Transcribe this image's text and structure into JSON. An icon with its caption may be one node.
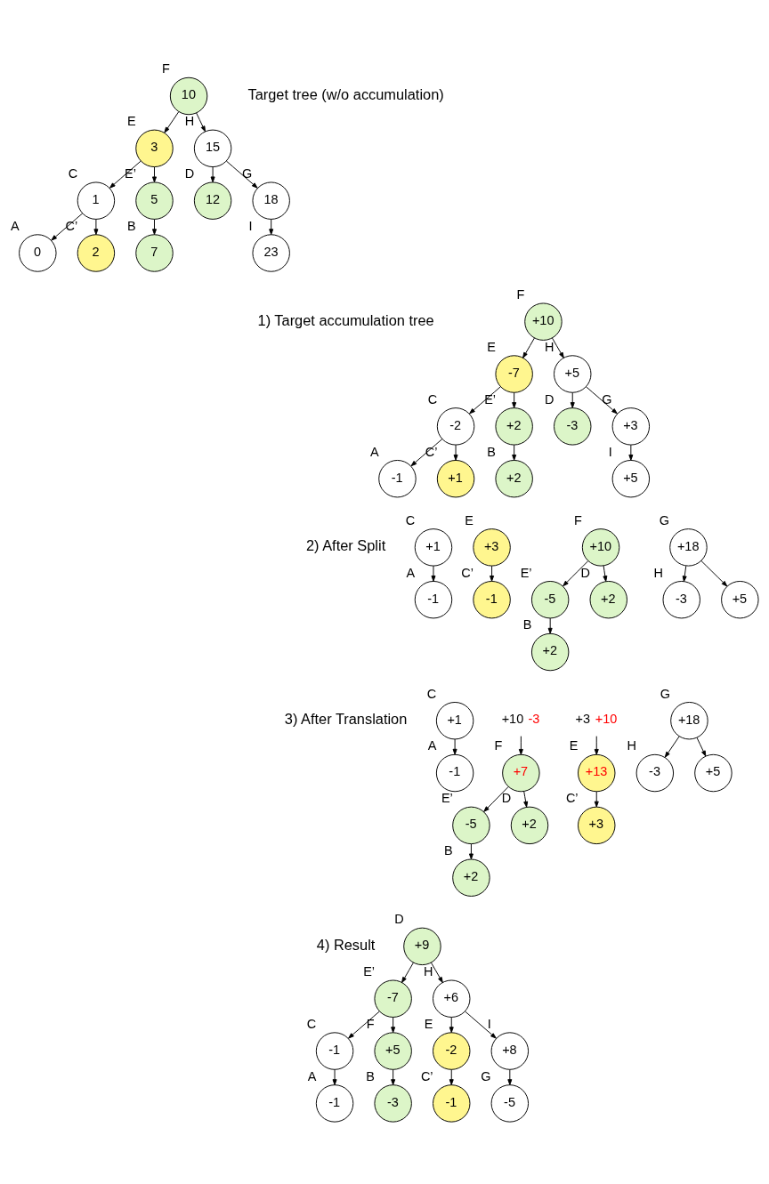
{
  "diagram": {
    "nodes": [
      {
        "text": [
          "10"
        ],
        "beside": [
          "F"
        ]
      },
      {
        "text": [
          "3"
        ],
        "beside": [
          "E"
        ]
      },
      {
        "text": [
          "15"
        ],
        "beside": [
          "H"
        ]
      },
      {
        "text": [
          "1"
        ],
        "beside": [
          "C"
        ]
      },
      {
        "text": [
          "5"
        ],
        "beside": [
          "E’"
        ]
      },
      {
        "text": [
          "12"
        ],
        "beside": [
          "D"
        ]
      },
      {
        "text": [
          "18"
        ],
        "beside": [
          "G"
        ]
      },
      {
        "text": [
          "0"
        ],
        "beside": [
          "A"
        ]
      },
      {
        "text": [
          "2"
        ],
        "beside": [
          "C’"
        ]
      },
      {
        "text": [
          "7"
        ],
        "beside": [
          "B"
        ]
      },
      {
        "text": [
          "23"
        ],
        "beside": [
          "I"
        ]
      },
      {
        "text": [
          "+10"
        ],
        "beside": [
          "F"
        ]
      },
      {
        "text": [
          "-7"
        ],
        "beside": [
          "E"
        ]
      },
      {
        "text": [
          "+5"
        ],
        "beside": [
          "H"
        ]
      },
      {
        "text": [
          "-2"
        ],
        "beside": [
          "C"
        ]
      },
      {
        "text": [
          "+2"
        ],
        "beside": [
          "E’"
        ]
      },
      {
        "text": [
          "-3"
        ],
        "beside": [
          "D"
        ]
      },
      {
        "text": [
          "+3"
        ],
        "beside": [
          "G"
        ]
      },
      {
        "text": [
          "-1"
        ],
        "beside": [
          "A"
        ]
      },
      {
        "text": [
          "+1"
        ],
        "beside": [
          "C’"
        ]
      },
      {
        "text": [
          "+2"
        ],
        "beside": [
          "B"
        ]
      },
      {
        "text": [
          "+5"
        ],
        "beside": [
          "I"
        ]
      },
      {
        "text": [
          "+1"
        ],
        "beside": [
          "C"
        ]
      },
      {
        "text": [
          "-1"
        ],
        "beside": [
          "A"
        ]
      },
      {
        "text": [
          "+3"
        ],
        "beside": [
          "E"
        ]
      },
      {
        "text": [
          "-1"
        ],
        "beside": [
          "C’"
        ]
      },
      {
        "text": [
          "+10"
        ],
        "beside": [
          "F"
        ]
      },
      {
        "text": [
          "-5"
        ],
        "beside": [
          "E’"
        ]
      },
      {
        "text": [
          "+2"
        ],
        "beside": [
          "D"
        ]
      },
      {
        "text": [
          "+2"
        ],
        "beside": [
          "B"
        ]
      },
      {
        "text": [
          "+18"
        ],
        "beside": [
          "G"
        ]
      },
      {
        "text": [
          "-3"
        ],
        "beside": [
          "H"
        ]
      },
      {
        "text": [
          "+5"
        ]
      },
      {
        "text": [
          "+1"
        ],
        "beside": [
          "C"
        ]
      },
      {
        "text": [
          "-1"
        ],
        "beside": [
          "A"
        ]
      },
      {
        "text": [
          "+10",
          "-3"
        ]
      },
      {
        "text": [
          "+7"
        ],
        "beside": [
          "F"
        ]
      },
      {
        "text": [
          "-5"
        ],
        "beside": [
          "E’"
        ]
      },
      {
        "text": [
          "+2"
        ],
        "beside": [
          "D"
        ]
      },
      {
        "text": [
          "+2"
        ],
        "beside": [
          "B"
        ]
      },
      {
        "text": [
          "+3",
          "+10"
        ]
      },
      {
        "text": [
          "+13"
        ],
        "beside": [
          "E"
        ]
      },
      {
        "text": [
          "+3"
        ],
        "beside": [
          "C’"
        ]
      },
      {
        "text": [
          "+18"
        ],
        "beside": [
          "G"
        ]
      },
      {
        "text": [
          "-3"
        ],
        "beside": [
          "H"
        ]
      },
      {
        "text": [
          "+5"
        ]
      },
      {
        "text": [
          "+9"
        ],
        "beside": [
          "D"
        ]
      },
      {
        "text": [
          "-7"
        ],
        "beside": [
          "E’"
        ]
      },
      {
        "text": [
          "+6"
        ],
        "beside": [
          "H"
        ]
      },
      {
        "text": [
          "-1"
        ],
        "beside": [
          "C"
        ]
      },
      {
        "text": [
          "+5"
        ],
        "beside": [
          "F"
        ]
      },
      {
        "text": [
          "-2"
        ],
        "beside": [
          "E"
        ]
      },
      {
        "text": [
          "+8"
        ],
        "beside": [
          "I"
        ]
      },
      {
        "text": [
          "-1"
        ],
        "beside": [
          "A"
        ]
      },
      {
        "text": [
          "-3"
        ],
        "beside": [
          "B"
        ]
      },
      {
        "text": [
          "-1"
        ],
        "beside": [
          "C’"
        ]
      },
      {
        "text": [
          "-5"
        ],
        "beside": [
          "G"
        ]
      }
    ],
    "edges": [
      {
        "from": 0,
        "to": 1,
        "arrow": "to"
      },
      {
        "from": 0,
        "to": 2,
        "arrow": "to"
      },
      {
        "from": 1,
        "to": 3,
        "arrow": "to"
      },
      {
        "from": 1,
        "to": 4,
        "arrow": "to"
      },
      {
        "from": 2,
        "to": 5,
        "arrow": "to"
      },
      {
        "from": 2,
        "to": 6,
        "arrow": "to"
      },
      {
        "from": 3,
        "to": 7,
        "arrow": "to"
      },
      {
        "from": 3,
        "to": 8,
        "arrow": "to"
      },
      {
        "from": 4,
        "to": 9,
        "arrow": "to"
      },
      {
        "from": 6,
        "to": 10,
        "arrow": "to"
      },
      {
        "from": 11,
        "to": 12,
        "arrow": "to"
      },
      {
        "from": 11,
        "to": 13,
        "arrow": "to"
      },
      {
        "from": 12,
        "to": 14,
        "arrow": "to"
      },
      {
        "from": 12,
        "to": 15,
        "arrow": "to"
      },
      {
        "from": 13,
        "to": 16,
        "arrow": "to"
      },
      {
        "from": 13,
        "to": 17,
        "arrow": "to"
      },
      {
        "from": 14,
        "to": 18,
        "arrow": "to"
      },
      {
        "from": 14,
        "to": 19,
        "arrow": "to"
      },
      {
        "from": 15,
        "to": 20,
        "arrow": "to"
      },
      {
        "from": 17,
        "to": 21,
        "arrow": "to"
      },
      {
        "from": 22,
        "to": 23,
        "arrow": "to"
      },
      {
        "from": 24,
        "to": 25,
        "arrow": "to"
      },
      {
        "from": 26,
        "to": 27,
        "arrow": "to"
      },
      {
        "from": 26,
        "to": 28,
        "arrow": "to"
      },
      {
        "from": 27,
        "to": 29,
        "arrow": "to"
      },
      {
        "from": 30,
        "to": 31,
        "arrow": "to"
      },
      {
        "from": 30,
        "to": 32,
        "arrow": "to"
      },
      {
        "from": 33,
        "to": 34,
        "arrow": "to"
      },
      {
        "from": 35,
        "to": 36,
        "arrow": "to"
      },
      {
        "from": 36,
        "to": 37,
        "arrow": "to"
      },
      {
        "from": 36,
        "to": 38,
        "arrow": "to"
      },
      {
        "from": 37,
        "to": 39,
        "arrow": "to"
      },
      {
        "from": 40,
        "to": 41,
        "arrow": "to"
      },
      {
        "from": 41,
        "to": 42,
        "arrow": "to"
      },
      {
        "from": 43,
        "to": 44,
        "arrow": "to"
      },
      {
        "from": 43,
        "to": 45,
        "arrow": "to"
      },
      {
        "from": 46,
        "to": 47,
        "arrow": "to"
      },
      {
        "from": 46,
        "to": 48,
        "arrow": "to"
      },
      {
        "from": 47,
        "to": 49,
        "arrow": "to"
      },
      {
        "from": 47,
        "to": 50,
        "arrow": "to"
      },
      {
        "from": 48,
        "to": 51,
        "arrow": "to"
      },
      {
        "from": 48,
        "to": 52,
        "arrow": "to"
      },
      {
        "from": 49,
        "to": 53,
        "arrow": "to"
      },
      {
        "from": 50,
        "to": 54,
        "arrow": "to"
      },
      {
        "from": 51,
        "to": 55,
        "arrow": "to"
      },
      {
        "from": 52,
        "to": 56,
        "arrow": "to"
      }
    ],
    "labels": [
      "Target tree (w/o accumulation)",
      "1) Target accumulation tree",
      "2) After Split",
      "3) After Translation",
      "4) Result"
    ]
  }
}
